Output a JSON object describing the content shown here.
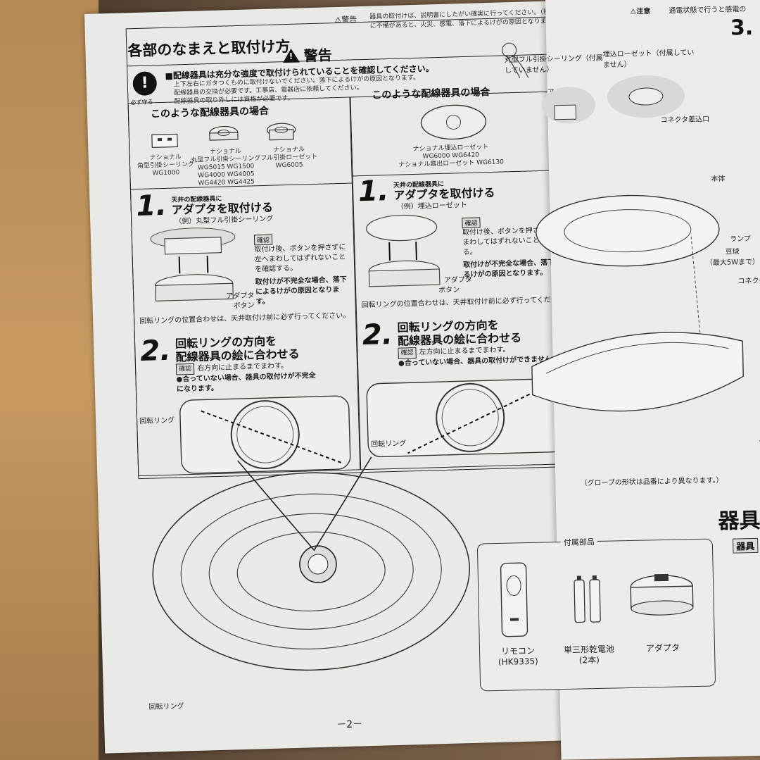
{
  "left_page": {
    "title": "各部のなまえと取付け方",
    "warn_header": "⚠警告",
    "warn_header_note": "器具の取付けは、説明書にしたがい確実に行ってください。（取付けに不備があると、火災、感電、落下によるけがの原因となります。）",
    "warning_title": "警告",
    "must_symbol": "!",
    "must_label": "必ず守る",
    "warning_main": "■配線器具は充分な強度で取付けられていることを確認してください。",
    "warning_sub": [
      "上下左右にガタつくものに取付けないでください。落下によるけがの原因となります。",
      "配線器具の交換が必要です。工事店、電器店に依頼してください。",
      "配線器具の取り外しには資格が必要です。"
    ],
    "left_column": {
      "title": "このような配線器具の場合",
      "products": [
        {
          "label": "ナショナル\n角型引掛シーリング\nWG1000"
        },
        {
          "label": "ナショナル\n丸型フル引掛シーリング\nWG5015 WG1500\nWG4000 WG4005\nWG4420 WG4425"
        },
        {
          "label": "ナショナル\nフル引掛ローゼット\nWG6005"
        }
      ],
      "step1_pre": "天井の配線器具に",
      "step1_num": "1.",
      "step1_title": "アダプタを取付ける",
      "step1_example": "（例）丸型フル引掛シーリング",
      "confirm_tag": "確認",
      "step1_confirm": "取付け後、ボタンを押さずに左へまわしてはずれないことを確認する。",
      "step1_caution": "取付けが不完全な場合、落下によるけがの原因となります。",
      "label_adapter": "アダプタ",
      "label_button": "ボタン",
      "ring_note": "回転リングの位置合わせは、天井取付け前に必ず行ってください。",
      "step2_num": "2.",
      "step2_title": "回転リングの方向を\n配線器具の絵に合わせる",
      "step2_confirm": "右方向に止まるまでまわす。",
      "step2_caution": "●合っていない場合、器具の取付けが不完全になります。",
      "label_ring": "回転リング"
    },
    "right_column": {
      "title": "このような配線器具の場合",
      "product_label": "ナショナル埋込ローゼット\nWG6000 WG6420\nナショナル露出ローゼット WG6130",
      "step1_pre": "天井の配線器具に",
      "step1_num": "1.",
      "step1_title": "アダプタを取付ける",
      "step1_example": "（例）埋込ローゼット",
      "confirm_tag": "確認",
      "step1_confirm": "取付け後、ボタンを押さずに左へまわしてはずれないことを確認する。",
      "step1_caution": "取付けが不完全な場合、落下によるけがの原因となります。",
      "label_adapter": "アダプタ",
      "label_button": "ボタン",
      "ring_note": "回転リングの位置合わせは、天井取付け前に必ず行ってください。",
      "step2_num": "2.",
      "step2_title": "回転リングの方向を\n配線器具の絵に合わせる",
      "step2_confirm": "左方向に止まるまでまわす。",
      "step2_caution": "●合っていない場合、器具の取付けができません。",
      "label_ring": "回転リング"
    },
    "bottom_label_ring": "回転リング",
    "page_number": "－2－"
  },
  "right_page": {
    "caution_header": "⚠注意",
    "caution_note": "通電状態で行うと感電の",
    "section_num": "3.",
    "label_round_ceiling": "丸型フル引掛シーリング（付属していません）",
    "label_embedded": "埋込ローゼット（付属していません）",
    "label_adapter": "アダプタ",
    "label_connector_slot": "コネクタ差込口",
    "label_body": "本体",
    "label_lamp": "ランプ",
    "label_bulb": "豆球\n（最大5Wまで）",
    "label_connector": "コネクタ",
    "label_globe": "グ",
    "globe_note": "（グローブの形状は品番により異なります。）",
    "section_title": "器具",
    "section_tag": "器具",
    "accessories": {
      "title": "付属部品",
      "items": [
        {
          "label": "リモコン\n(HK9335)"
        },
        {
          "label": "単三形乾電池\n(2本)"
        },
        {
          "label": "アダプタ"
        }
      ]
    }
  }
}
